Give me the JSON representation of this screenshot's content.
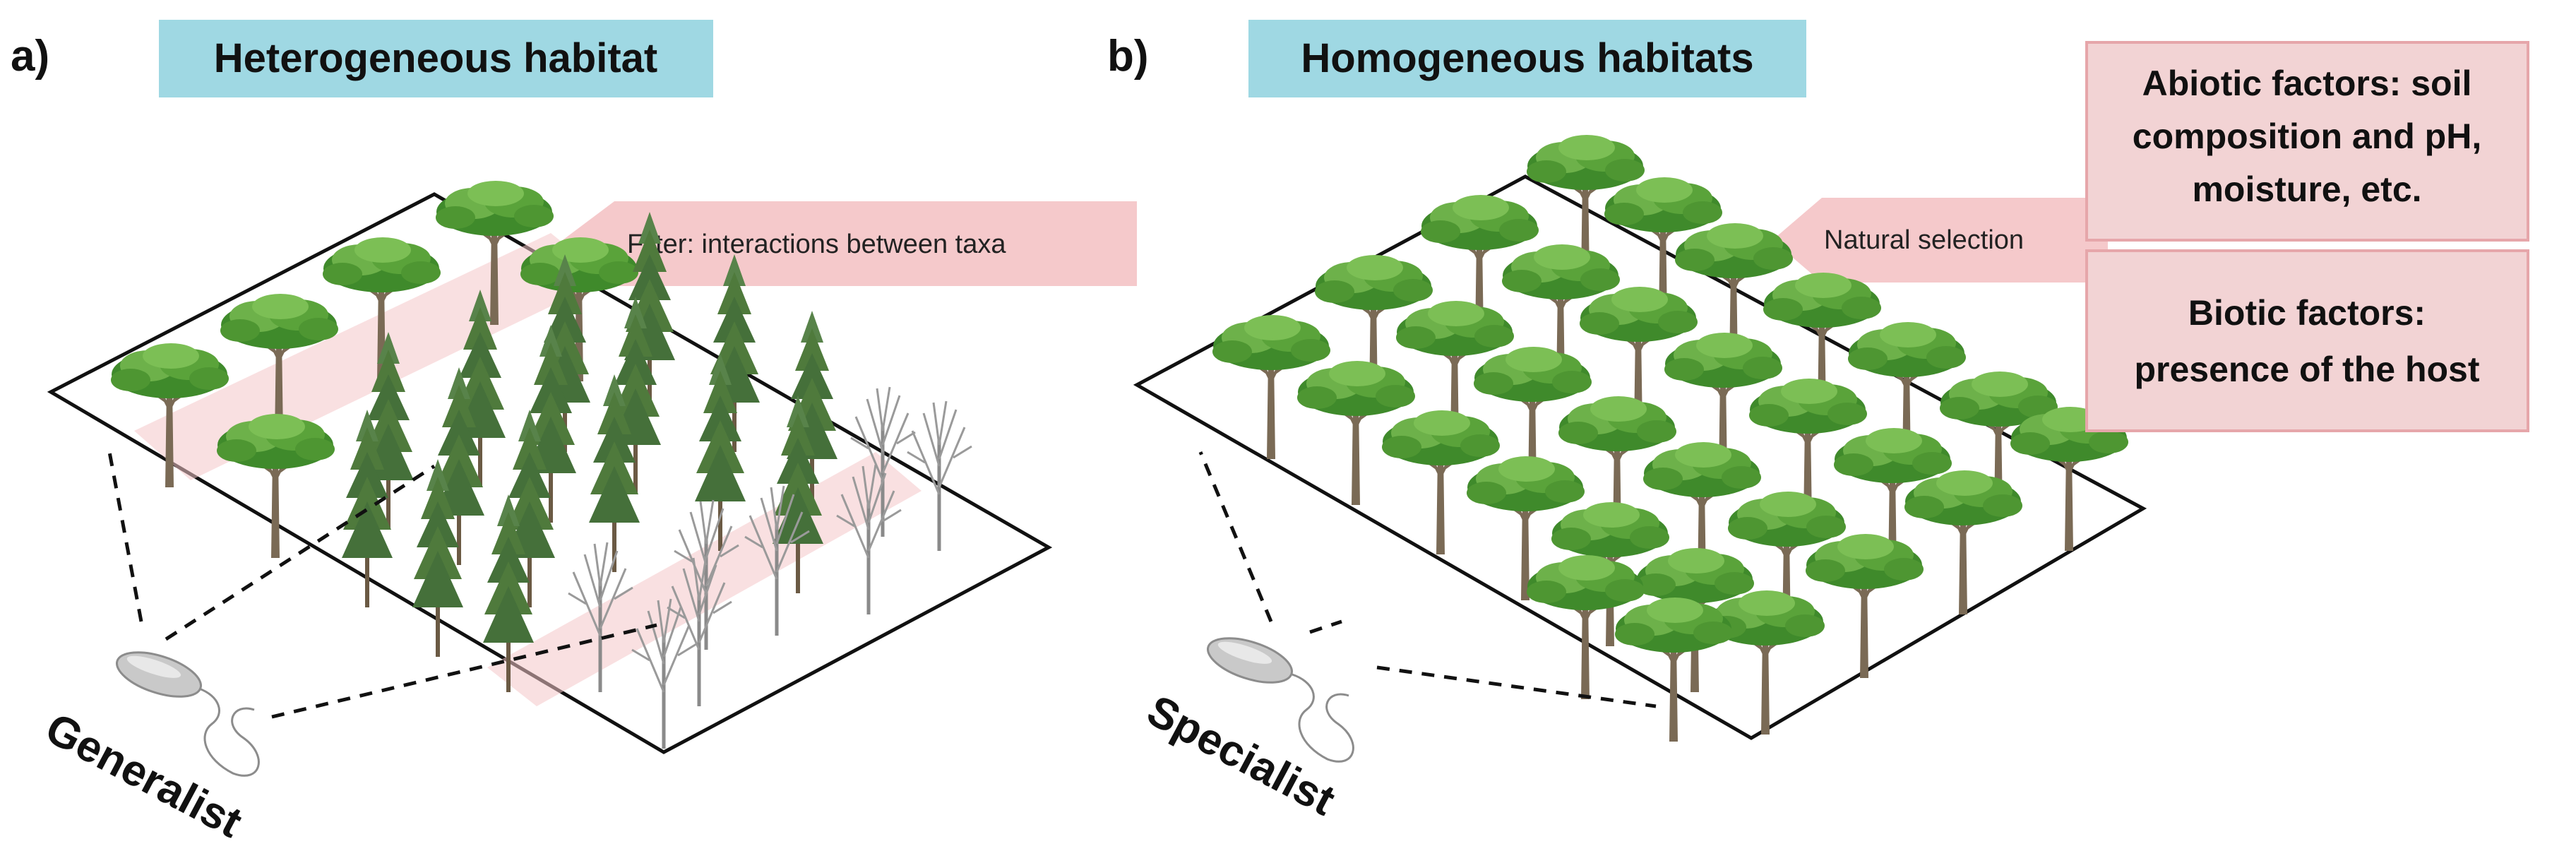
{
  "panel_a": {
    "label": "a)",
    "title": "Heterogeneous habitat",
    "filter_label": "Filter: interactions between taxa",
    "microbe_label": "Generalist"
  },
  "panel_b": {
    "label": "b)",
    "title": "Homogeneous habitats",
    "selection_label": "Natural selection",
    "microbe_label": "Specialist"
  },
  "factors": {
    "abiotic": [
      "Abiotic factors: soil",
      "composition and pH,",
      "moisture, etc."
    ],
    "biotic": [
      "Biotic factors:",
      "presence of the host"
    ]
  },
  "colors": {
    "title_box": "#9fd8e3",
    "filter_band": "#f4c6c8",
    "factor_box": "#f2d3d4",
    "factor_border": "#e6a6aa",
    "pine_crown": "#5aa33a",
    "conifer": "#4f7a3c",
    "bare_tree": "#8a8a8a"
  },
  "icons": [
    "microbe-icon",
    "umbrella-pine-icon",
    "conifer-icon",
    "bare-tree-icon",
    "arrow-left-icon"
  ]
}
